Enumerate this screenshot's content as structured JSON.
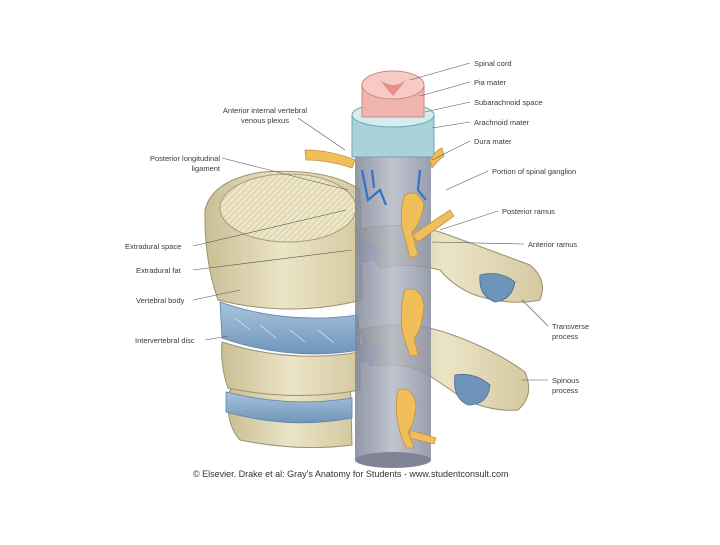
{
  "figure": {
    "labels_right": {
      "spinal_cord": "Spinal cord",
      "pia_mater": "Pia mater",
      "subarachnoid_space": "Subarachnoid space",
      "arachnoid_mater": "Arachnoid mater",
      "dura_mater": "Dura mater",
      "portion_of_spinal_ganglion": "Portion of spinal ganglion",
      "posterior_ramus": "Posterior ramus",
      "anterior_ramus": "Anterior ramus",
      "transverse_process_1": "Transverse",
      "transverse_process_2": "process",
      "spinous_process_1": "Spinous",
      "spinous_process_2": "process"
    },
    "labels_left": {
      "anterior_internal_1": "Anterior internal vertebral",
      "anterior_internal_2": "venous plexus",
      "posterior_longitudinal_1": "Posterior longitudinal",
      "posterior_longitudinal_2": "ligament",
      "extradural_space": "Extradural space",
      "extradural_fat": "Extradural fat",
      "vertebral_body": "Vertebral body",
      "intervertebral_disc": "Intervertebral disc"
    },
    "credit": "© Elsevier. Drake et al: Gray's Anatomy for Students - www.studentconsult.com",
    "colors": {
      "bone": "#e6dfbf",
      "bone_dark": "#b9ae84",
      "disc": "#8fb2d1",
      "dura": "#9aa0b0",
      "nerve": "#f0bf5a",
      "cord": "#f0b4ae",
      "vein": "#2f74c8"
    }
  }
}
